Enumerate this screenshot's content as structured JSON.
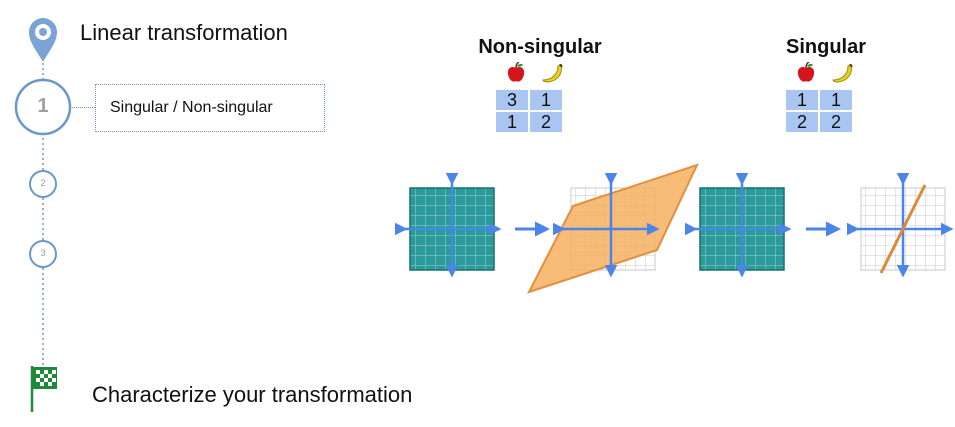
{
  "steps": {
    "title_top": "Linear transformation",
    "step1_number": "1",
    "step1_label": "Singular / Non-singular",
    "step2_number": "2",
    "step3_number": "3",
    "title_bottom": "Characterize your transformation"
  },
  "nonsingular": {
    "title": "Non-singular",
    "icons": [
      "apple-icon",
      "banana-icon"
    ],
    "matrix": [
      [
        "3",
        "1"
      ],
      [
        "1",
        "2"
      ]
    ]
  },
  "singular": {
    "title": "Singular",
    "icons": [
      "apple-icon",
      "banana-icon"
    ],
    "matrix": [
      [
        "1",
        "1"
      ],
      [
        "2",
        "2"
      ]
    ]
  },
  "colors": {
    "accent_blue": "#6a98c8",
    "axis_blue": "#4a86e8",
    "teal": "#2a9a9a",
    "orange": "#f4b060",
    "matrix_cell": "#a9c6f2"
  }
}
